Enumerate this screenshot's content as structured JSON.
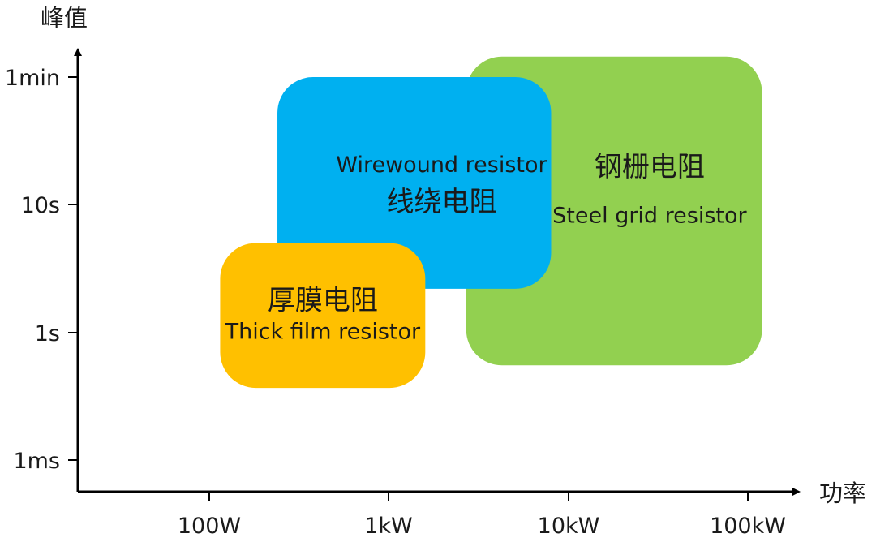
{
  "chart_data": {
    "type": "region",
    "xlabel": "功率",
    "ylabel": "峰值",
    "x_scale": "log",
    "y_scale": "log",
    "x_ticks": [
      {
        "value": 100,
        "label": "100W"
      },
      {
        "value": 1000,
        "label": "1kW"
      },
      {
        "value": 10000,
        "label": "10kW"
      },
      {
        "value": 100000,
        "label": "100kW"
      }
    ],
    "y_ticks": [
      {
        "value": 0.001,
        "label": "1ms"
      },
      {
        "value": 1,
        "label": "1s"
      },
      {
        "value": 10,
        "label": "10s"
      },
      {
        "value": 60,
        "label": "1min"
      }
    ],
    "regions": [
      {
        "name_en": "Steel grid resistor",
        "name_zh": "钢栅电阻",
        "color": "#92d050",
        "x_range": [
          2700,
          120000
        ],
        "y_range": [
          0.17,
          80
        ]
      },
      {
        "name_en": "Wirewound resistor",
        "name_zh": "线绕电阻",
        "color": "#00b0f0",
        "x_range": [
          240,
          8000
        ],
        "y_range": [
          2.2,
          60
        ]
      },
      {
        "name_en": "Thick film resistor",
        "name_zh": "厚膜电阻",
        "color": "#ffc000",
        "x_range": [
          115,
          1600
        ],
        "y_range": [
          0.05,
          5
        ]
      }
    ]
  }
}
